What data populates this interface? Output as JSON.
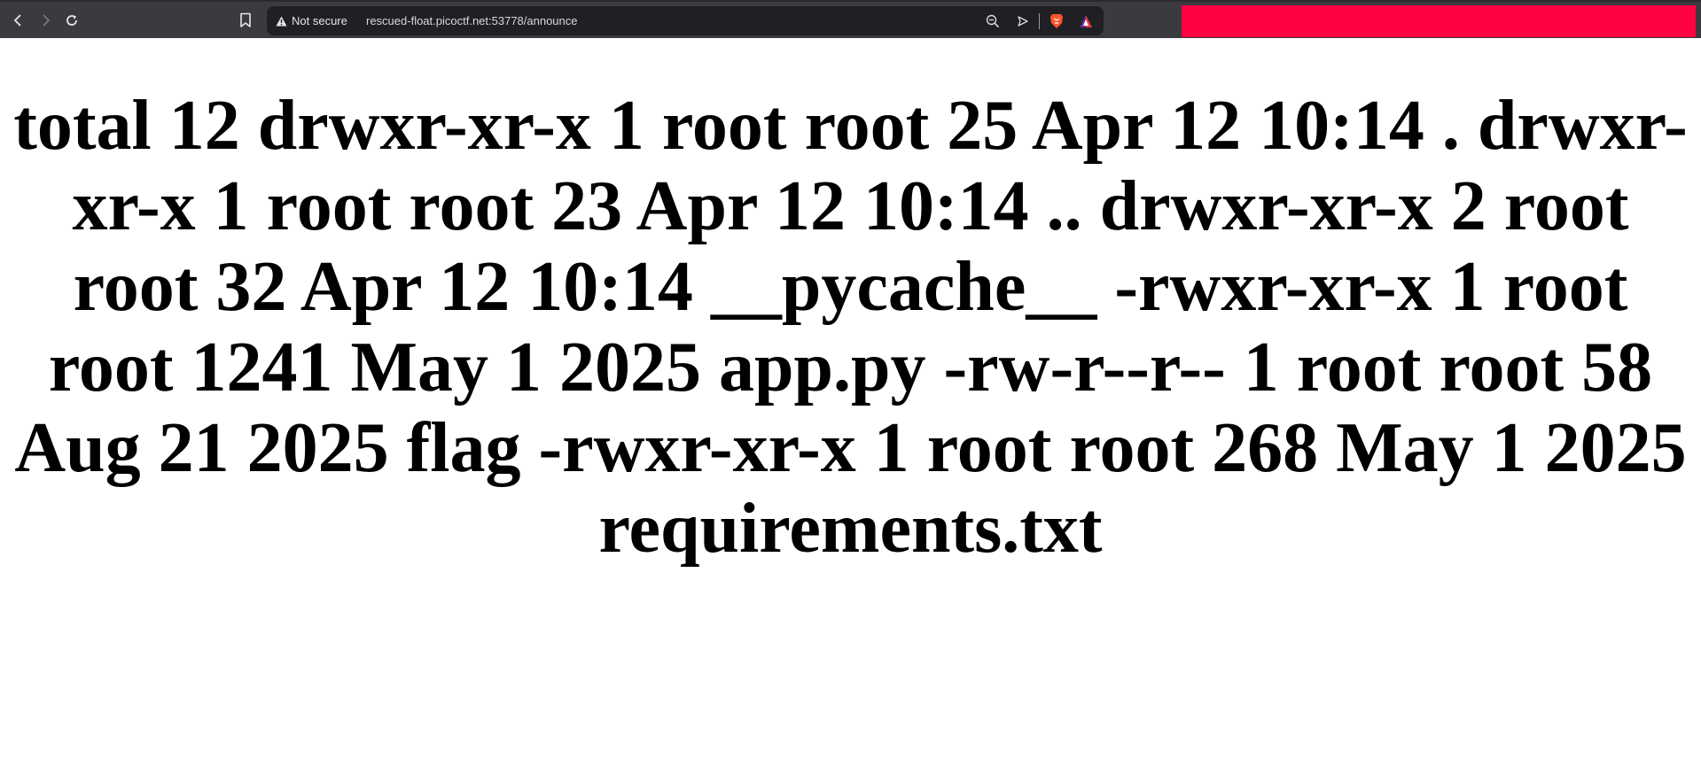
{
  "browser": {
    "nav": {
      "back_icon": "chevron-left-icon",
      "forward_icon": "chevron-right-icon",
      "reload_icon": "reload-icon"
    },
    "bookmark_icon": "bookmark-icon",
    "address_bar": {
      "security_label": "Not secure",
      "security_icon": "warning-triangle-icon",
      "url": "rescued-float.picoctf.net:53778/announce"
    },
    "url_actions": [
      "zoom-out-icon",
      "send-icon",
      "brave-shields-icon",
      "brave-rewards-icon"
    ],
    "redacted_color": "#ff0042"
  },
  "page": {
    "heading": "total 12 drwxr-xr-x 1 root root 25 Apr 12 10:14 . drwxr-xr-x 1 root root 23 Apr 12 10:14 .. drwxr-xr-x 2 root root 32 Apr 12 10:14 __pycache__ -rwxr-xr-x 1 root root 1241 May 1 2025 app.py -rw-r--r-- 1 root root 58 Aug 21 2025 flag -rwxr-xr-x 1 root root 268 May 1 2025 requirements.txt",
    "listing": {
      "total": "total 12",
      "entries": [
        {
          "perms": "drwxr-xr-x",
          "links": "1",
          "owner": "root",
          "group": "root",
          "size": "25",
          "date": "Apr 12 10:14",
          "name": "."
        },
        {
          "perms": "drwxr-xr-x",
          "links": "1",
          "owner": "root",
          "group": "root",
          "size": "23",
          "date": "Apr 12 10:14",
          "name": ".."
        },
        {
          "perms": "drwxr-xr-x",
          "links": "2",
          "owner": "root",
          "group": "root",
          "size": "32",
          "date": "Apr 12 10:14",
          "name": "__pycache__"
        },
        {
          "perms": "-rwxr-xr-x",
          "links": "1",
          "owner": "root",
          "group": "root",
          "size": "1241",
          "date": "May 1 2025",
          "name": "app.py"
        },
        {
          "perms": "-rw-r--r--",
          "links": "1",
          "owner": "root",
          "group": "root",
          "size": "58",
          "date": "Aug 21 2025",
          "name": "flag"
        },
        {
          "perms": "-rwxr-xr-x",
          "links": "1",
          "owner": "root",
          "group": "root",
          "size": "268",
          "date": "May 1 2025",
          "name": "requirements.txt"
        }
      ]
    }
  }
}
